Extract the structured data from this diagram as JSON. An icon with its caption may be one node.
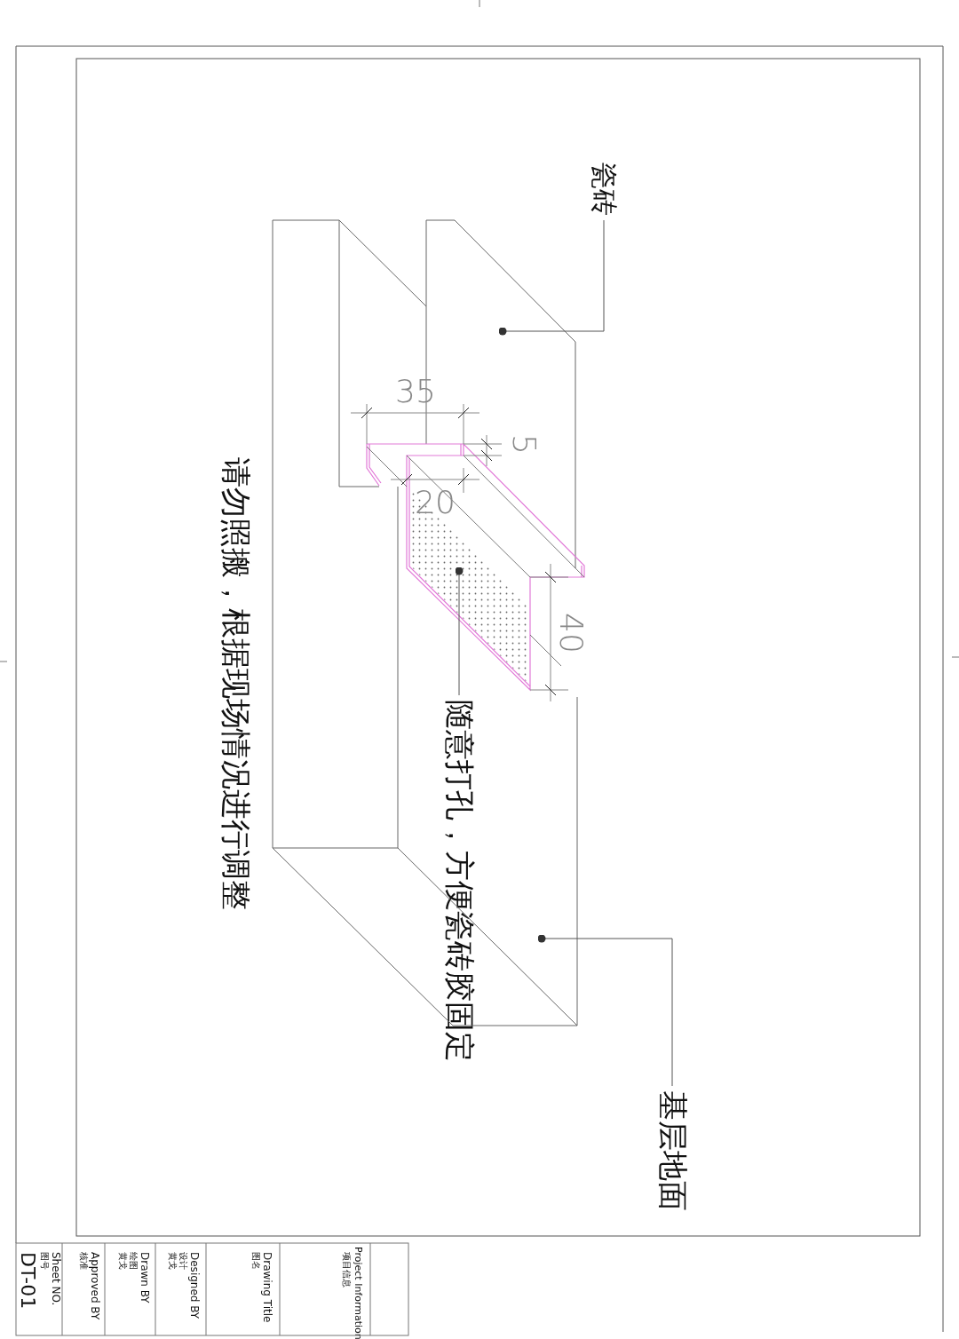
{
  "diagram": {
    "nodes": [
      {
        "text": [
          "瓷砖"
        ]
      },
      {
        "text": [
          "随意打孔，方便瓷砖胶固定"
        ]
      },
      {
        "text": [
          "基层地面"
        ]
      },
      {
        "text": [],
        "shape": "picture",
        "in": 5
      },
      {
        "text": [],
        "shape": "picture",
        "in": 5
      },
      {
        "text": [],
        "shape": "picture"
      }
    ],
    "edges": [
      {
        "from": 0,
        "to": 3,
        "arrow": "other"
      },
      {
        "from": 1,
        "to": 4,
        "arrow": "other"
      },
      {
        "from": 2,
        "to": 5,
        "arrow": "other"
      }
    ],
    "labels": [
      "请勿照搬，根据现场情况进行调整",
      "35",
      "5",
      "20",
      "40",
      "Project Information",
      "项目信息",
      "Drawing  Title",
      "图名",
      "Designed BY",
      "设计",
      "黄戈",
      "Drawn BY",
      "绘图",
      "黄戈",
      "Approved BY",
      "核准",
      "Sheet NO.",
      "图号",
      "DT-01"
    ]
  }
}
